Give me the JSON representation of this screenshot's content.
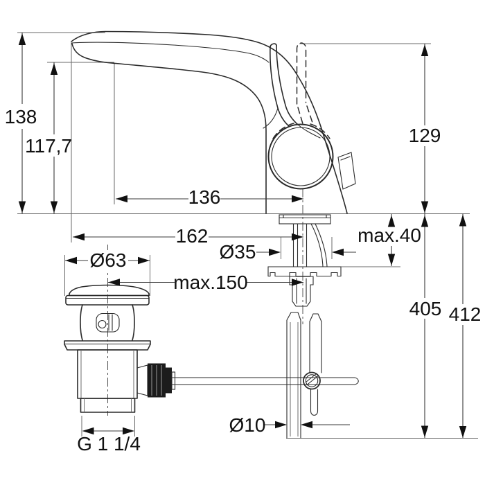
{
  "drawing": {
    "type": "technical-dimension-drawing",
    "subject": "Single-lever basin mixer with pop-up waste, side elevation",
    "units": "mm",
    "background_color": "#ffffff",
    "line_color": "#2a2a2a",
    "dimensions": {
      "overall_height": "138",
      "spout_outlet_height": "117,7",
      "body_height_right": "129",
      "outlet_to_axis": "136",
      "tip_to_axis": "162",
      "mounting_hole_diameter": "Ø35",
      "max_deck_thickness": "max.40",
      "waste_flange_diameter": "Ø63",
      "waste_to_axis_max": "max.150",
      "supply_length": "405",
      "supply_length_overall": "412",
      "pipe_diameter": "Ø10",
      "waste_thread": "G 1 1/4"
    }
  }
}
